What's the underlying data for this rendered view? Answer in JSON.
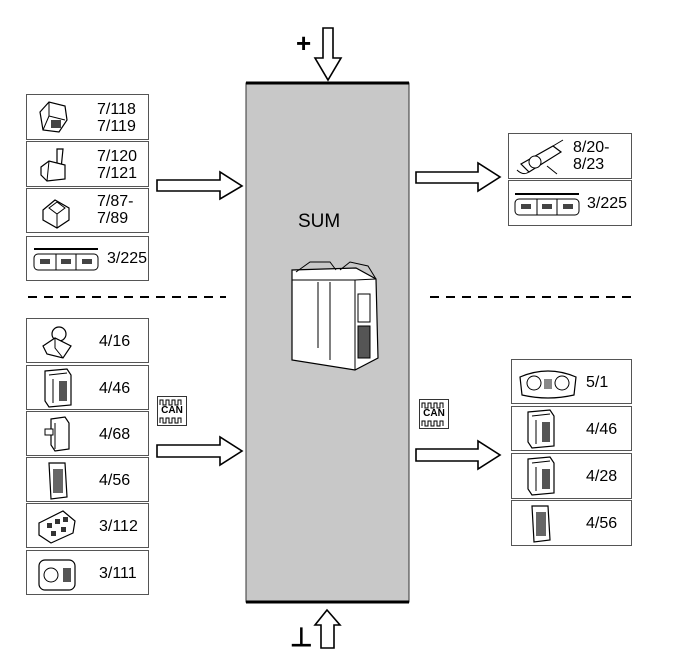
{
  "module": {
    "label": "SUM"
  },
  "power": {
    "plus": "+",
    "ground": "⊥"
  },
  "bus": {
    "left": "CAN",
    "right": "CAN"
  },
  "inputs_direct": [
    {
      "icon": "switch-module-icon",
      "lines": [
        "7/118",
        "7/119"
      ]
    },
    {
      "icon": "lever-switch-icon",
      "lines": [
        "7/120",
        "7/121"
      ]
    },
    {
      "icon": "pushbutton-switch-icon",
      "lines": [
        "7/87-",
        "7/89"
      ]
    },
    {
      "icon": "switch-panel-icon",
      "lines": [
        "3/225"
      ]
    }
  ],
  "inputs_can": [
    {
      "icon": "ignition-switch-icon",
      "lines": [
        "4/16"
      ]
    },
    {
      "icon": "control-unit-icon",
      "lines": [
        "4/46"
      ]
    },
    {
      "icon": "connector-module-icon",
      "lines": [
        "4/68"
      ]
    },
    {
      "icon": "control-module-icon",
      "lines": [
        "4/56"
      ]
    },
    {
      "icon": "climate-panel-icon",
      "lines": [
        "3/112"
      ]
    },
    {
      "icon": "light-switch-icon",
      "lines": [
        "3/111"
      ]
    }
  ],
  "outputs_direct": [
    {
      "icon": "steering-column-icon",
      "lines": [
        "8/20-",
        "8/23"
      ]
    },
    {
      "icon": "switch-panel-icon",
      "lines": [
        "3/225"
      ]
    }
  ],
  "outputs_can": [
    {
      "icon": "instrument-cluster-icon",
      "lines": [
        "5/1"
      ]
    },
    {
      "icon": "control-unit-icon",
      "lines": [
        "4/46"
      ]
    },
    {
      "icon": "control-unit-icon",
      "lines": [
        "4/28"
      ]
    },
    {
      "icon": "control-module-icon",
      "lines": [
        "4/56"
      ]
    }
  ]
}
